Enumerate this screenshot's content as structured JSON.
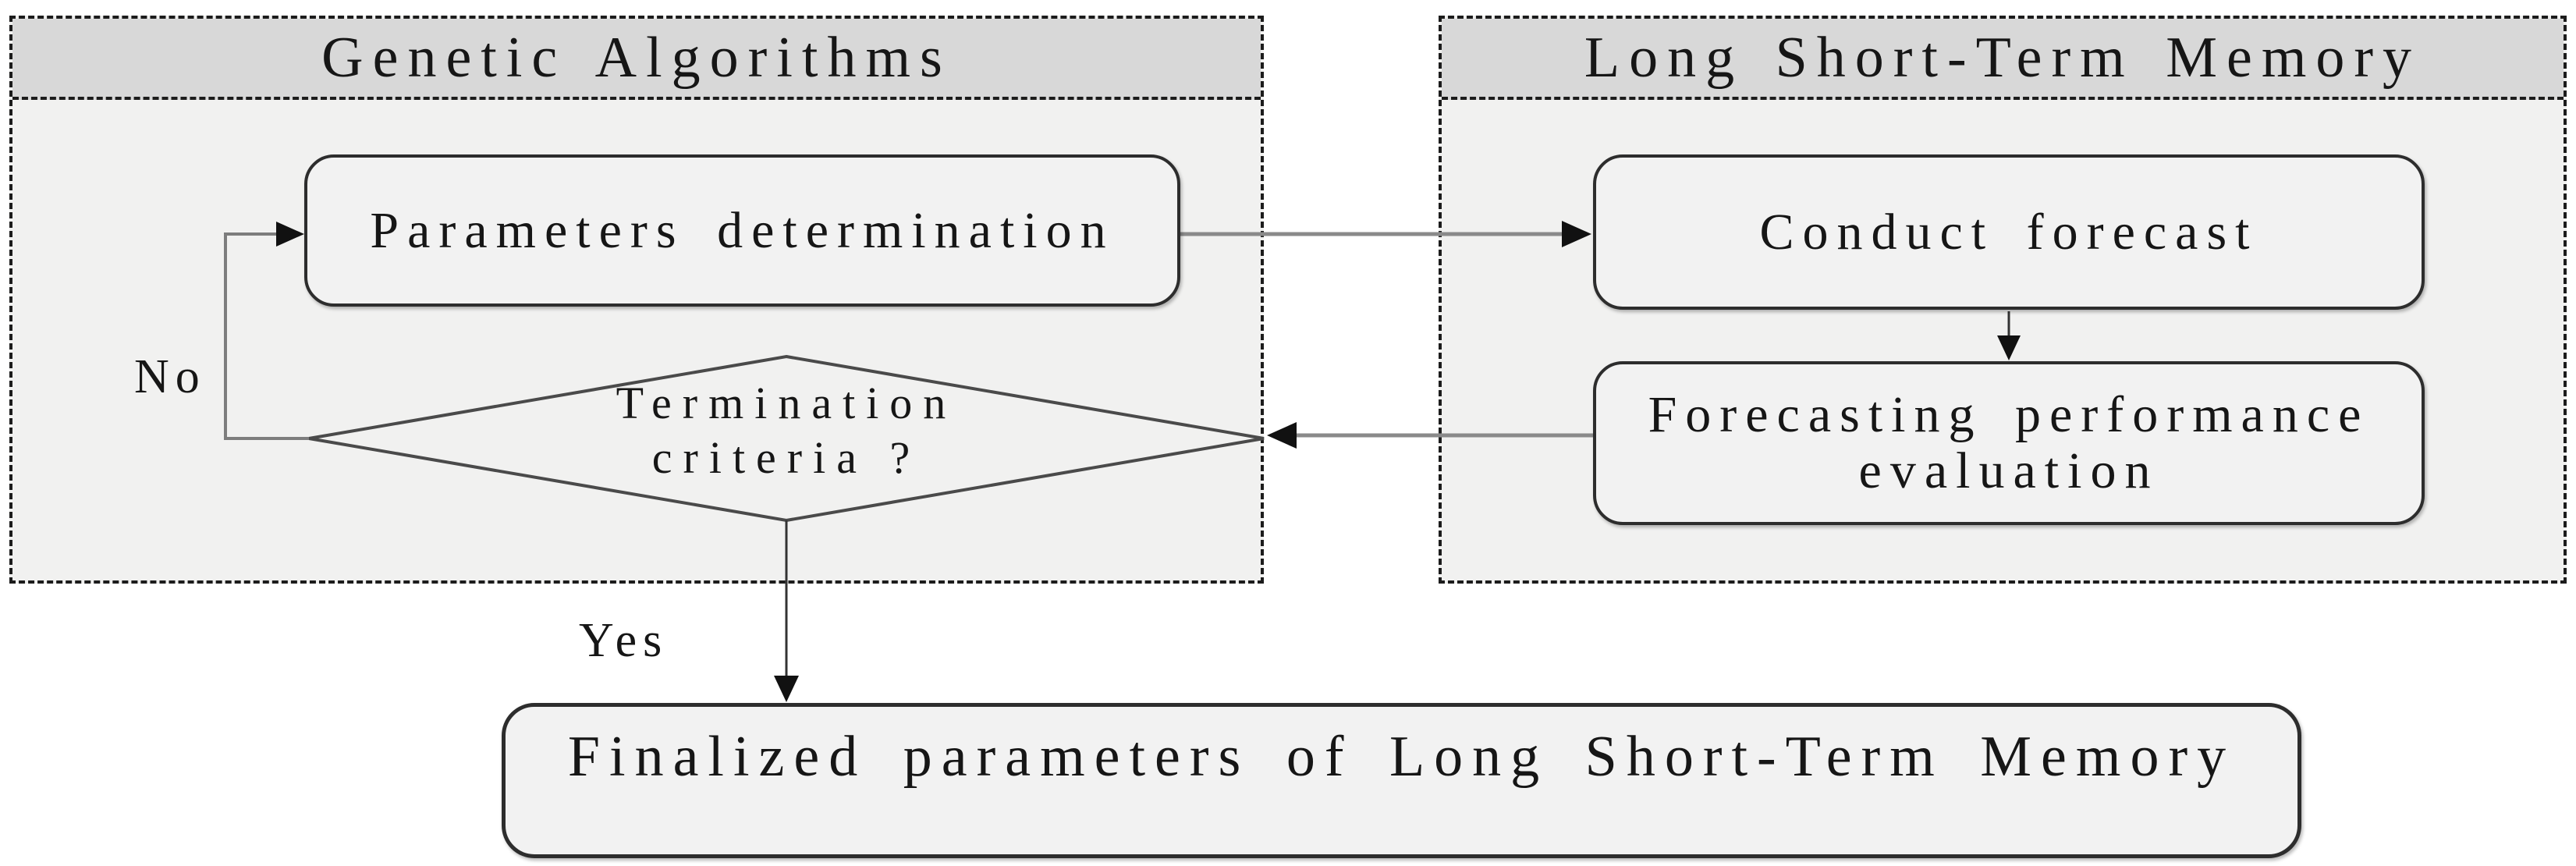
{
  "panels": {
    "genetic": {
      "title": "Genetic Algorithms"
    },
    "lstm": {
      "title": "Long Short-Term Memory"
    }
  },
  "nodes": {
    "parameters": {
      "label": "Parameters determination"
    },
    "conduct": {
      "label": "Conduct forecast"
    },
    "evaluation": {
      "line1": "Forecasting performance",
      "line2": "evaluation"
    },
    "termination": {
      "line1": "Termination",
      "line2": "criteria ?"
    },
    "finalized": {
      "label": "Finalized parameters of Long Short-Term Memory"
    }
  },
  "edges": {
    "no_label": "No",
    "yes_label": "Yes"
  },
  "colors": {
    "page_background": "#ffffff",
    "panel_background": "#f1f1f0",
    "header_background": "#d8d8d8",
    "dashed_border": "#1c1c1c",
    "node_border": "#2d2d2d",
    "node_background": "#f2f2f2",
    "diamond_stroke": "#4a4a4a",
    "connector_gray": "#8a8a8a",
    "connector_dark": "#333333",
    "arrowhead": "#111111",
    "text": "#161616"
  }
}
